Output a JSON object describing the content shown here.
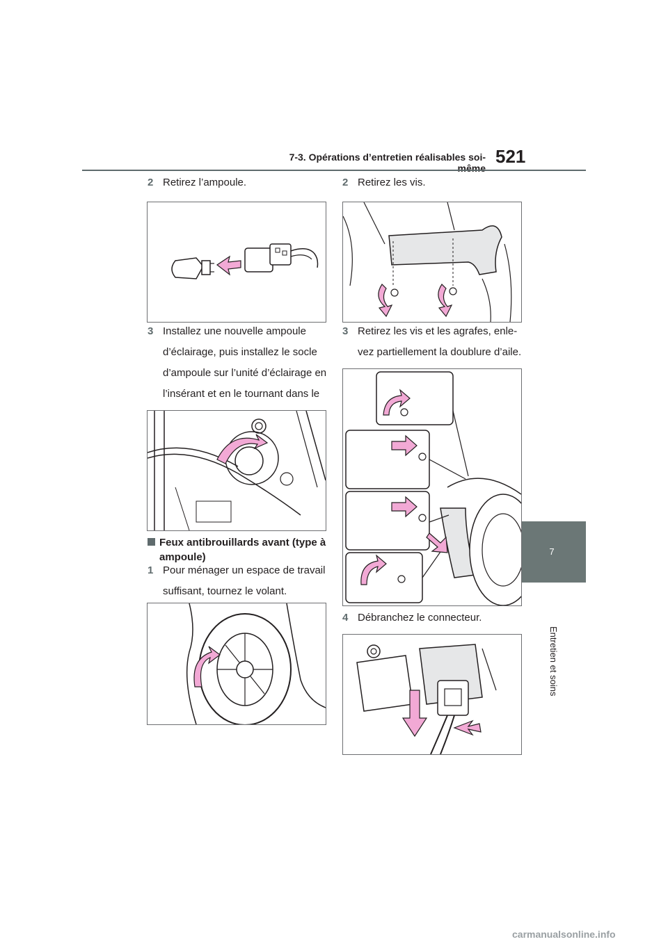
{
  "header": {
    "title": "7-3. Opérations d’entretien réalisables soi-même",
    "page_number": "521"
  },
  "side_tab": {
    "chapter_number": "7",
    "chapter_label": "Entretien et soins"
  },
  "left_column": {
    "step2": {
      "number": "2",
      "text": "Retirez l’ampoule."
    },
    "step3": {
      "number": "3",
      "text": "Installez une nouvelle ampoule d’éclairage, puis installez le socle d’ampoule sur l’unité d’éclairage en l’insérant et en le tournant dans le sens des aiguilles d’une montre."
    },
    "section_heading": "Feux antibrouillards avant (type à ampoule)",
    "step1": {
      "number": "1",
      "text": "Pour ménager un espace de travail suffisant, tournez le volant."
    }
  },
  "right_column": {
    "step2": {
      "number": "2",
      "text": "Retirez les vis."
    },
    "step3": {
      "number": "3",
      "text": "Retirez les vis et les agrafes, enle-vez partiellement la doublure d’aile."
    },
    "step4": {
      "number": "4",
      "text": "Débranchez le connecteur."
    }
  },
  "watermark": {
    "text": "carmanualsonline.info"
  },
  "colors": {
    "arrow_pink": "#f2a9d5",
    "tab_gray": "#6b7776",
    "rule_gray": "#5f6b6d"
  }
}
